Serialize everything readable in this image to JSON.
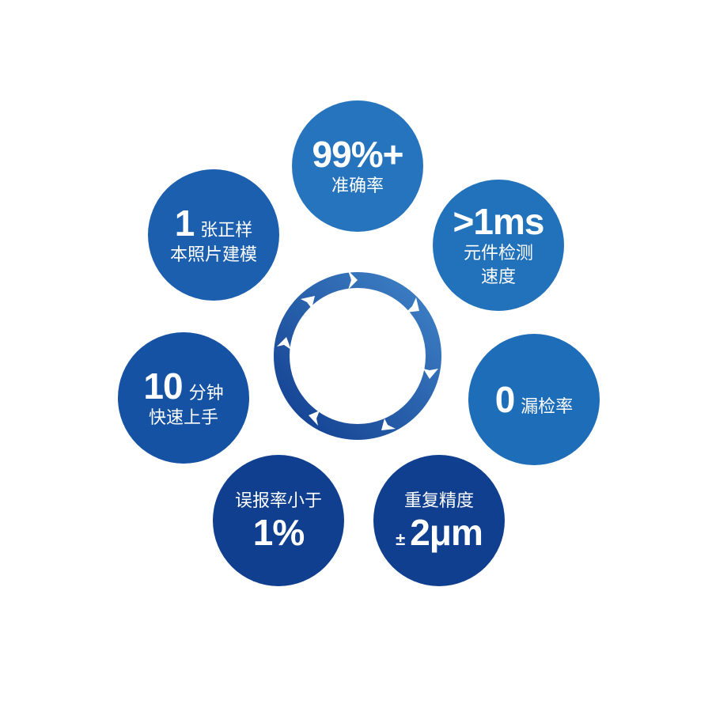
{
  "colors": {
    "background": "#ffffff",
    "bubble_light": "#1f6fb8",
    "bubble_mid": "#1b5fae",
    "bubble_dark": "#0e3f8f",
    "ring_start": "#3d7fc4",
    "ring_end": "#123f90"
  },
  "center": {
    "icon": "cycle-arrows-ring",
    "segments": 7
  },
  "bubbles": [
    {
      "id": "accuracy",
      "value": "99%+",
      "label": "准确率"
    },
    {
      "id": "speed",
      "value": ">1ms",
      "label_line1": "元件检测",
      "label_line2": "速度"
    },
    {
      "id": "miss-rate",
      "value": "0",
      "label": "漏检率"
    },
    {
      "id": "repeatability",
      "label": "重复精度",
      "value_prefix": "±",
      "value": "2μm"
    },
    {
      "id": "false-alarm",
      "label": "误报率小于",
      "value": "1%"
    },
    {
      "id": "quick-start",
      "value": "10",
      "label_inline": "分钟",
      "label": "快速上手"
    },
    {
      "id": "modeling",
      "value": "1",
      "label_inline": "张正样",
      "label": "本照片建模"
    }
  ]
}
